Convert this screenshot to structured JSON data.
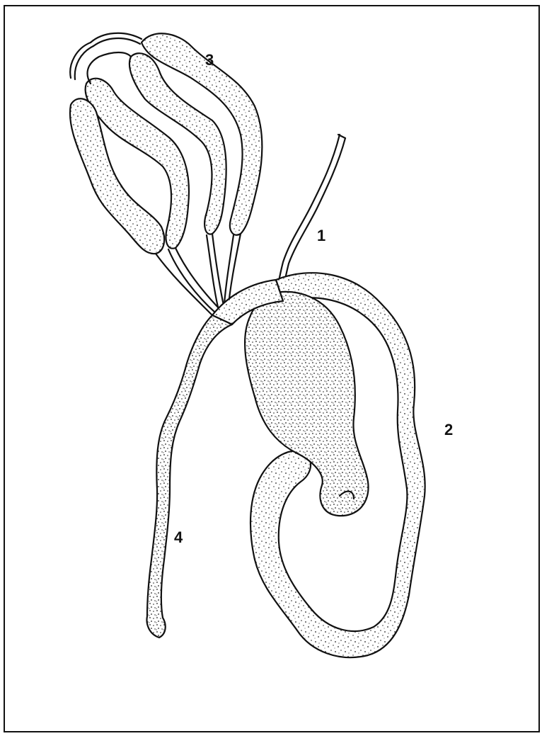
{
  "figure": {
    "labels": {
      "one": "1",
      "two": "2",
      "three": "3",
      "four": "4"
    },
    "colors": {
      "ink": "#111111",
      "paper": "#ffffff"
    }
  }
}
